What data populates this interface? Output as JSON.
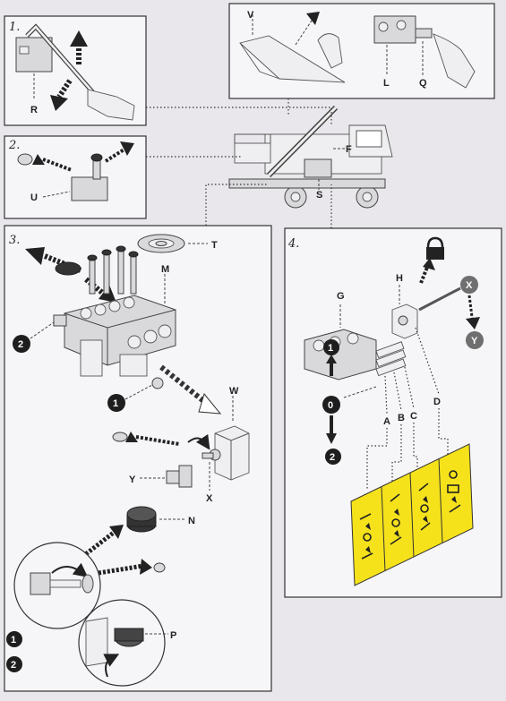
{
  "steps": {
    "s1": "1.",
    "s2": "2.",
    "s3": "3.",
    "s4": "4."
  },
  "labels": {
    "V": "V",
    "L": "L",
    "Q": "Q",
    "R": "R",
    "U": "U",
    "F": "F",
    "S": "S",
    "T": "T",
    "M": "M",
    "W": "W",
    "X": "X",
    "Y": "Y",
    "N": "N",
    "P": "P",
    "G": "G",
    "H": "H",
    "A": "A",
    "B": "B",
    "C": "C",
    "D": "D",
    "Xb": "X",
    "Yb": "Y"
  },
  "badges": {
    "one": "1",
    "two": "2",
    "zero": "0"
  },
  "icons": {
    "lock": "lock-icon",
    "hand": "hand-icon",
    "arrow": "arrow-icon"
  },
  "colors": {
    "decal": "#f5e21b",
    "paper": "#e9e7ec"
  }
}
